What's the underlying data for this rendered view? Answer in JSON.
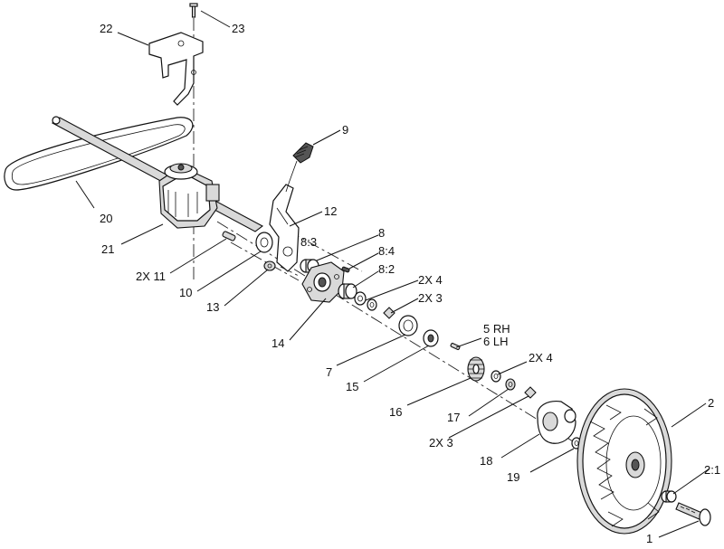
{
  "diagram": {
    "labels": {
      "p1": "1",
      "p2": "2",
      "p2_1": "2:1",
      "p2x3_upper": "2X  3",
      "p2x4_upper": "2X  4",
      "p2x3_lower": "2X  3",
      "p2x4_lower": "2X  4",
      "p5": "5 RH",
      "p6": "6 LH",
      "p7": "7",
      "p8": "8",
      "p8_2": "8:2",
      "p8_3": "8:3",
      "p8_4": "8:4",
      "p9": "9",
      "p10": "10",
      "p2x11": "2X  11",
      "p12": "12",
      "p13": "13",
      "p14": "14",
      "p15": "15",
      "p16": "16",
      "p17": "17",
      "p18": "18",
      "p19": "19",
      "p20": "20",
      "p21": "21",
      "p22": "22",
      "p23": "23"
    }
  }
}
